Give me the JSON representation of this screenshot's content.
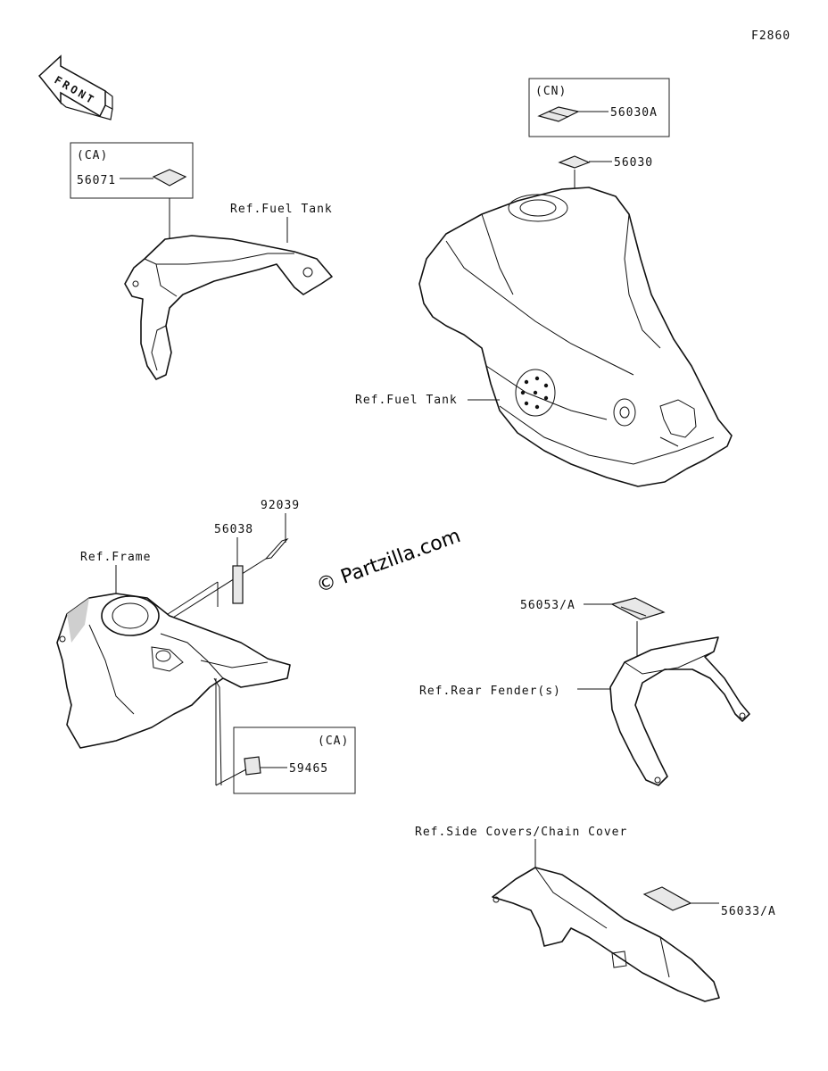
{
  "figure_id": "F2860",
  "front_arrow": "FRONT",
  "watermark": "© Partzilla.com",
  "groups": {
    "front_cowl": {
      "region_tag": "(CA)",
      "part_no": "56071",
      "ref_label": "Ref.Fuel Tank"
    },
    "fuel_tank": {
      "region_tag": "(CN)",
      "part_no_cn": "56030A",
      "part_no": "56030",
      "ref_label": "Ref.Fuel Tank"
    },
    "frame": {
      "ref_label": "Ref.Frame",
      "part_no_label": "56038",
      "part_no_band": "92039",
      "region_tag": "(CA)",
      "part_no_ca": "59465"
    },
    "rear_fender": {
      "part_no": "56053/A",
      "ref_label": "Ref.Rear Fender(s)"
    },
    "side_covers": {
      "ref_label": "Ref.Side Covers/Chain Cover",
      "part_no": "56033/A"
    }
  }
}
